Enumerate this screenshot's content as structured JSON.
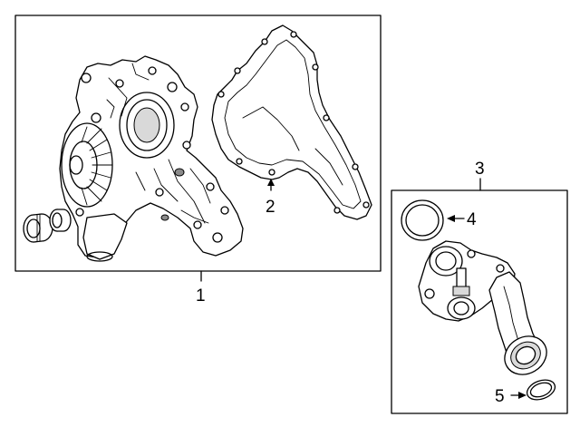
{
  "callouts": [
    {
      "id": "c1",
      "label": "1"
    },
    {
      "id": "c2",
      "label": "2"
    },
    {
      "id": "c3",
      "label": "3"
    },
    {
      "id": "c4",
      "label": "4"
    },
    {
      "id": "c5",
      "label": "5"
    }
  ],
  "colors": {
    "line": "#000000",
    "background": "#ffffff",
    "shade": "#d9d9d9"
  },
  "icons": [
    "water-pump-housing-icon",
    "pump-gasket-icon",
    "thermostat-housing-icon",
    "o-ring-icon",
    "seal-ring-icon",
    "spacer-bushing-icon"
  ]
}
